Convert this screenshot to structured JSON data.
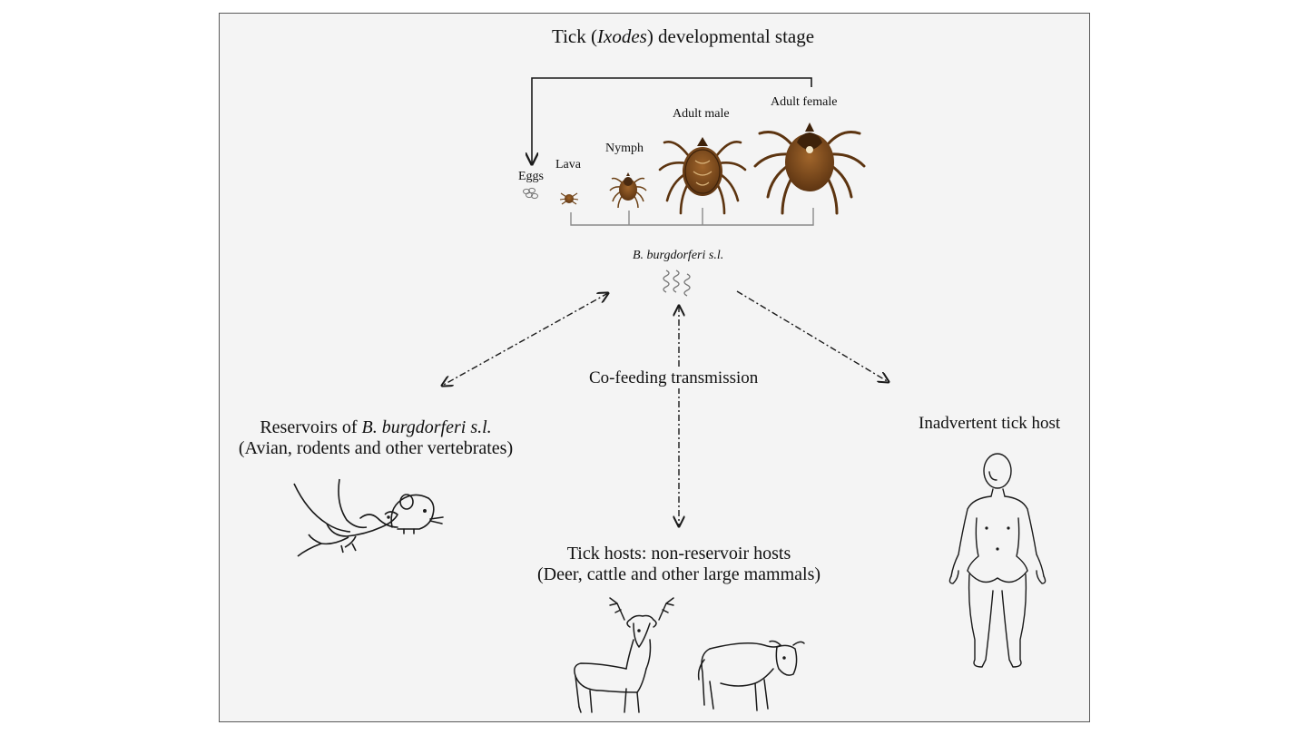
{
  "diagram": {
    "title": {
      "pre": "Tick (",
      "genus": "Ixodes",
      "post": ") developmental stage"
    },
    "stages": {
      "eggs": "Eggs",
      "larva": "Lava",
      "nymph": "Nymph",
      "adult_male": "Adult male",
      "adult_female": "Adult female"
    },
    "pathogen_label": "B. burgdorferi s.l.",
    "cofeeding_label": "Co-feeding transmission",
    "reservoirs": {
      "line1_pre": "Reservoirs of ",
      "line1_species": "B. burgdorferi s.l.",
      "line2": "(Avian, rodents and other vertebrates)"
    },
    "nonreservoir": {
      "line1": "Tick hosts: non-reservoir hosts",
      "line2": "(Deer, cattle and other large  mammals)"
    },
    "inadvertent": "Inadvertent tick host",
    "colors": {
      "tick_brown": "#7a4a1e",
      "tick_dark": "#4a2a10",
      "line": "#1a1a1a",
      "panel": "#f4f4f4"
    }
  }
}
